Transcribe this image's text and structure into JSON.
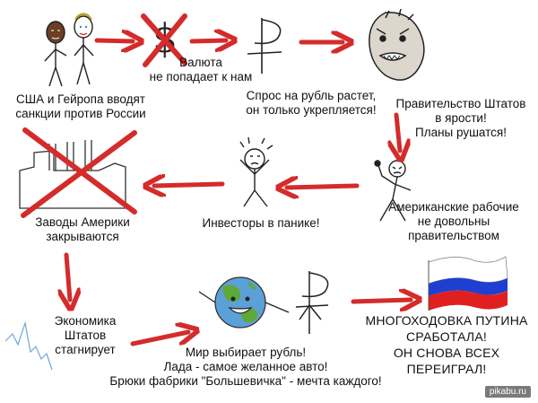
{
  "captions": {
    "sanctions": "США и Гейропа вводят\nсанкции против России",
    "currency": "Валюта\nне попадает к нам",
    "demand": "Спрос на рубль растет,\nон только укрепляется!",
    "government": "Правительство Штатов\nв ярости!\nПланы рушатся!",
    "factories": "Заводы Америки\nзакрываются",
    "investors": "Инвесторы в панике!",
    "workers": "Американские рабочие\nне довольны\nправительством",
    "economy": "Экономика\nШтатов\nстагнирует",
    "world": "Мир выбирает рубль!\nЛада - самое желанное авто!\nБрюки фабрики \"Большевичка\" - мечта каждого!",
    "putin": "МНОГОХОДОВКА ПУТИНА\nСРАБОТАЛА!\nОН СНОВА ВСЕХ\nПЕРЕИГРАЛ!"
  },
  "symbols": {
    "dollar": "$",
    "ruble": "₽"
  },
  "watermark": "pikabu.ru",
  "colors": {
    "arrow": "#d42b2b",
    "cross": "#d42b2b",
    "flag_white": "#ffffff",
    "flag_blue": "#1f3fd1",
    "flag_red": "#e0201f",
    "globe_green": "#5fa83a",
    "globe_blue": "#5ca0d8"
  }
}
